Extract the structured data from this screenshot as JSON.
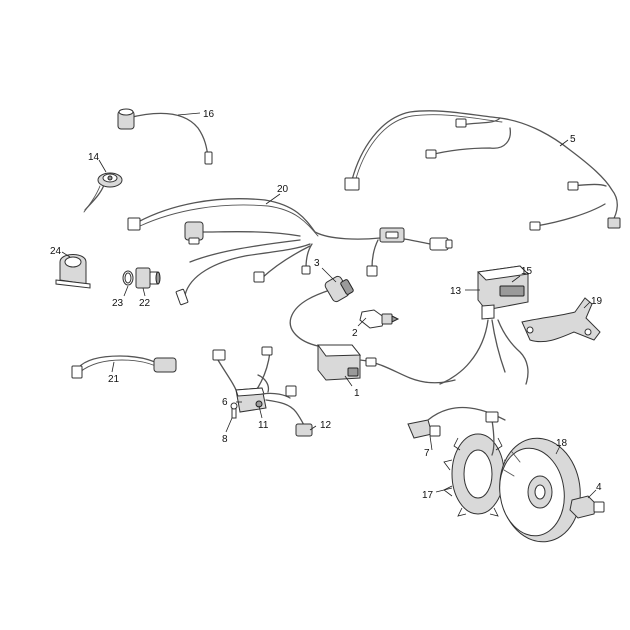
{
  "callouts": {
    "c1": "1",
    "c2": "2",
    "c3": "3",
    "c4": "4",
    "c5": "5",
    "c6": "6",
    "c7": "7",
    "c8": "8",
    "c11": "11",
    "c12": "12",
    "c13": "13",
    "c14": "14",
    "c15": "15",
    "c16": "16",
    "c17": "17",
    "c18": "18",
    "c19": "19",
    "c20": "20",
    "c21": "21",
    "c22": "22",
    "c23": "23",
    "c24": "24"
  }
}
